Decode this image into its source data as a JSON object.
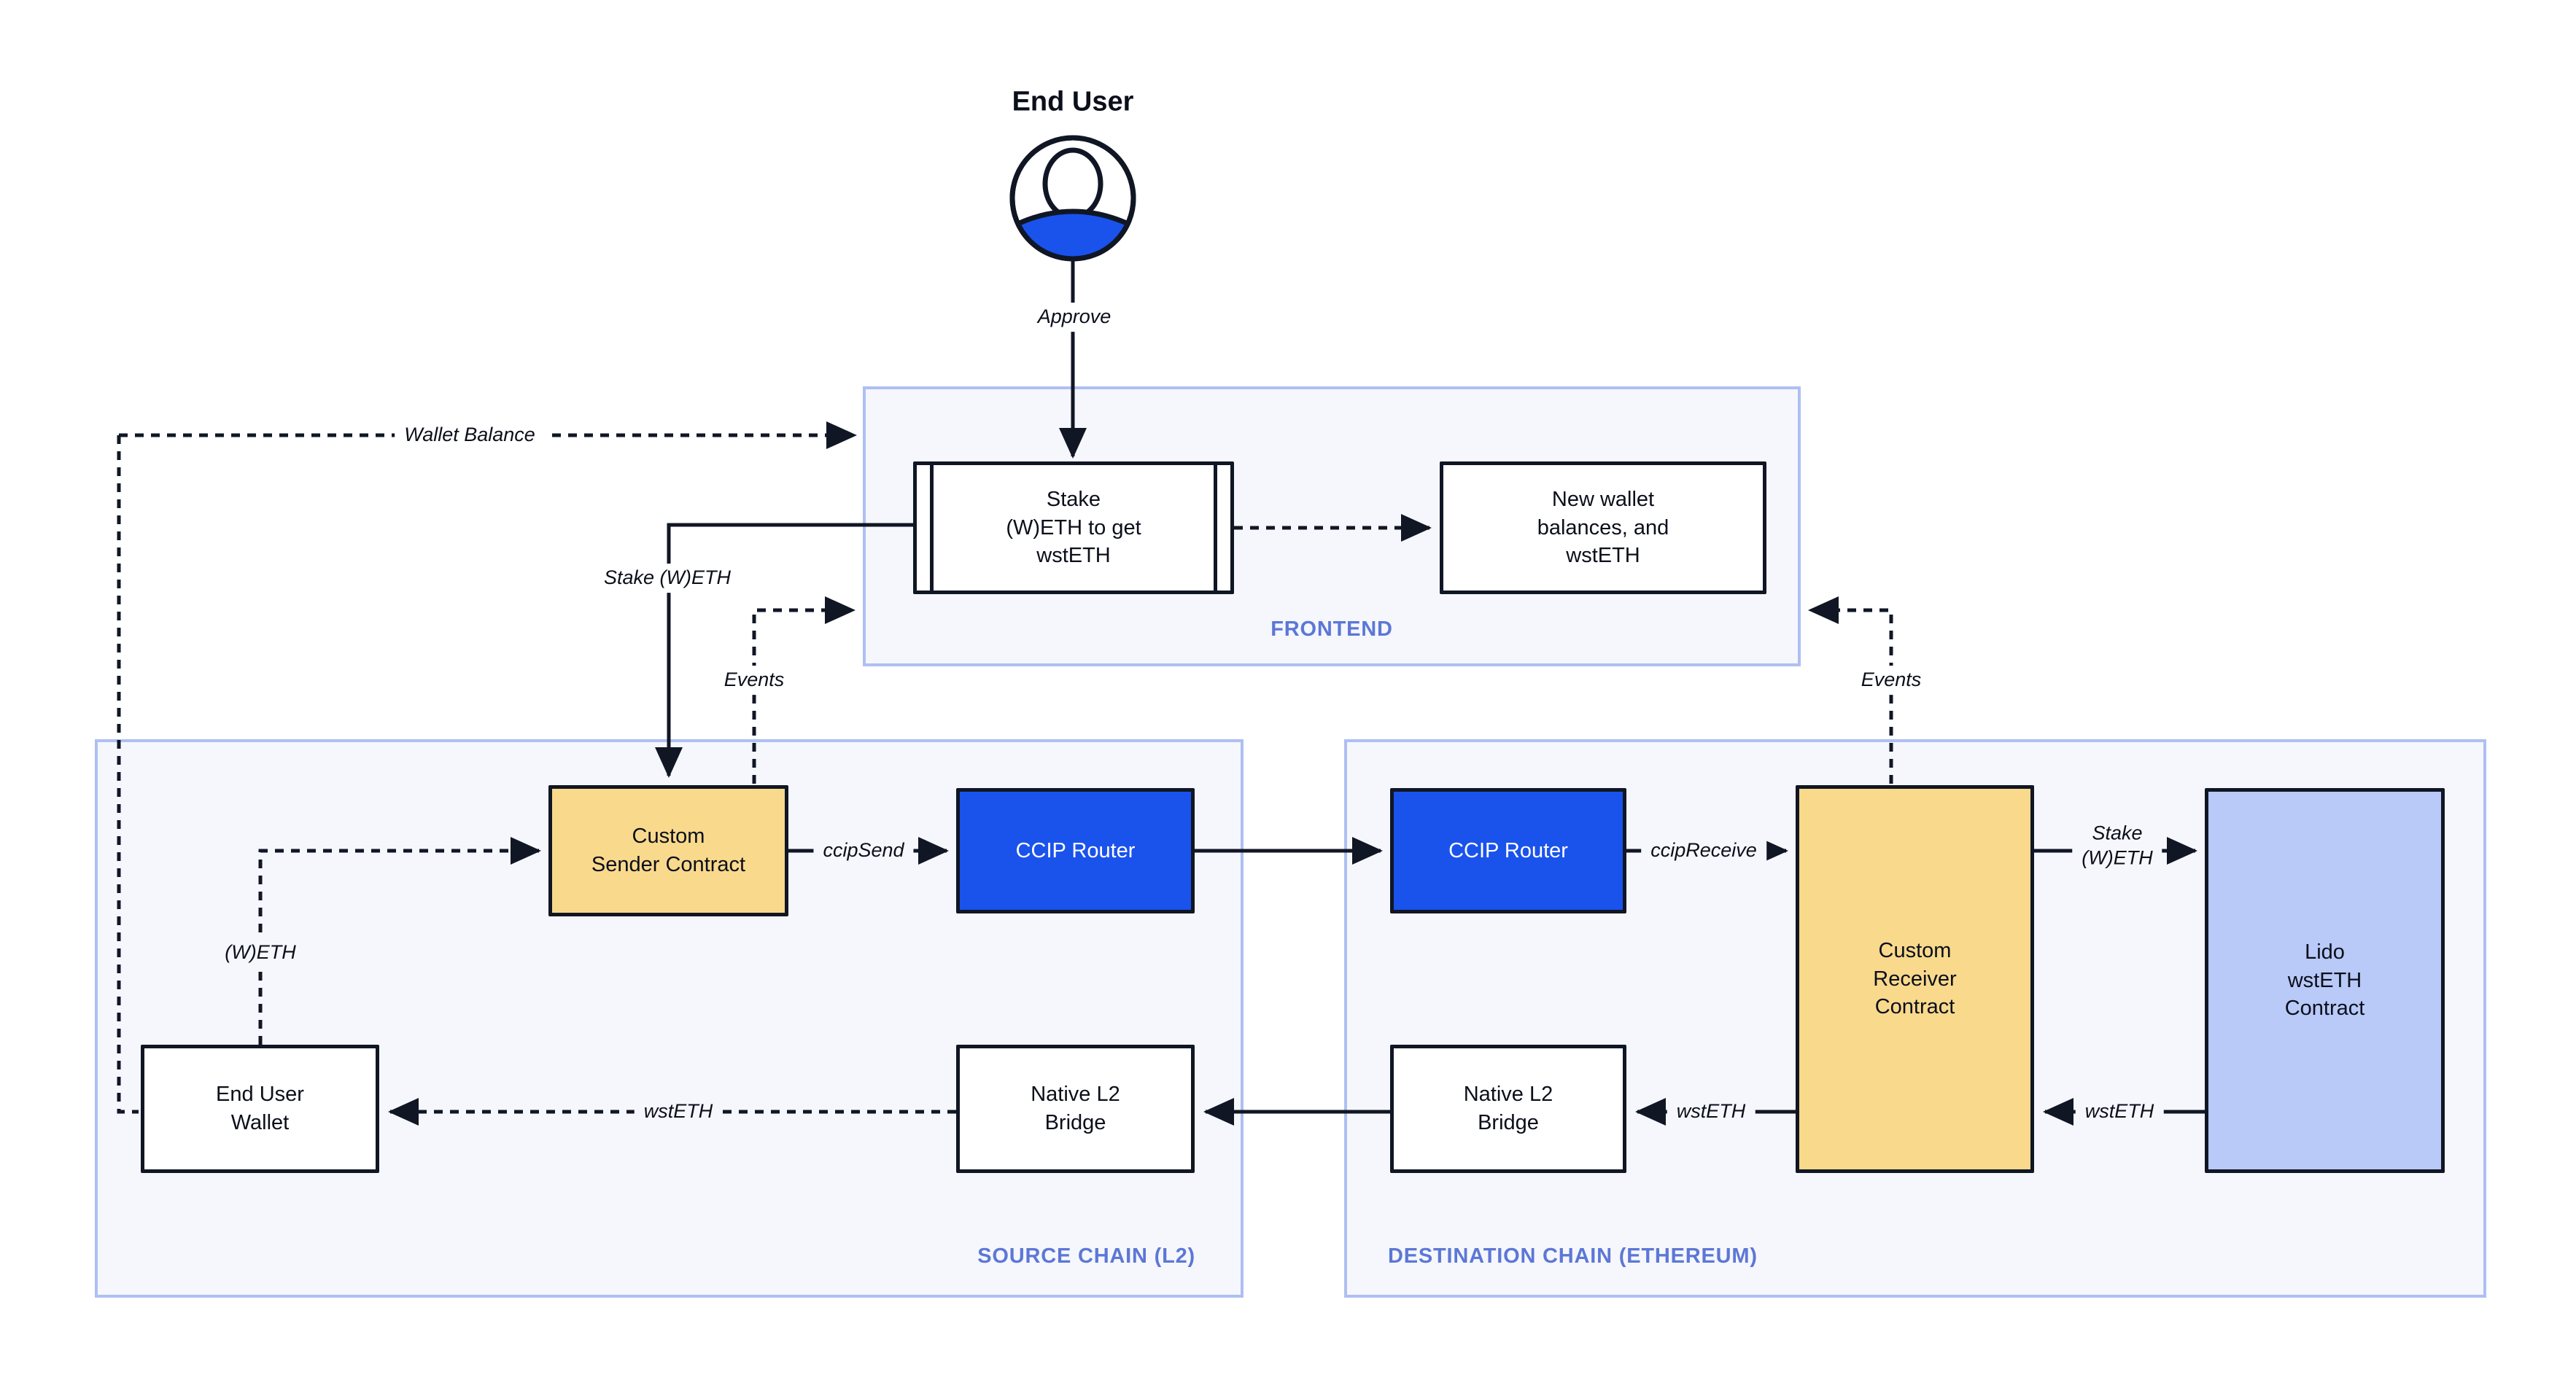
{
  "colors": {
    "line": "#101624",
    "text": "#0b0f1a",
    "node-blue": "#1a52ec",
    "node-yellow": "#f9d98c",
    "node-periwinkle": "#b9c9f8",
    "zone-bg": "#f5f7fc",
    "zone-border": "#aebff2",
    "zone-label": "#5c77d6"
  },
  "actor": {
    "label": "End User"
  },
  "frontend": {
    "label": "FRONTEND",
    "stake_box": "Stake\n(W)ETH to get\nwstETH",
    "new_wallet_box": "New wallet\nbalances, and\nwstETH"
  },
  "source_chain": {
    "label": "SOURCE CHAIN (L2)",
    "custom_sender": "Custom\nSender Contract",
    "ccip_router": "CCIP Router",
    "end_user_wallet": "End User\nWallet",
    "native_l2_bridge": "Native L2\nBridge"
  },
  "destination_chain": {
    "label": "DESTINATION CHAIN (ETHEREUM)",
    "ccip_router": "CCIP Router",
    "custom_receiver": "Custom\nReceiver\nContract",
    "lido_contract": "Lido\nwstETH\nContract",
    "native_l2_bridge": "Native L2\nBridge"
  },
  "edges": {
    "approve": "Approve",
    "wallet_balance": "Wallet Balance",
    "stake_weth_left": "Stake (W)ETH",
    "events_left": "Events",
    "events_right": "Events",
    "ccip_send": "ccipSend",
    "ccip_receive": "ccipReceive",
    "weth": "(W)ETH",
    "wsteth_to_wallet": "wstETH",
    "stake_weth_right": "Stake\n(W)ETH",
    "wsteth_lido_to_receiver": "wstETH",
    "wsteth_receiver_to_bridge": "wstETH"
  }
}
